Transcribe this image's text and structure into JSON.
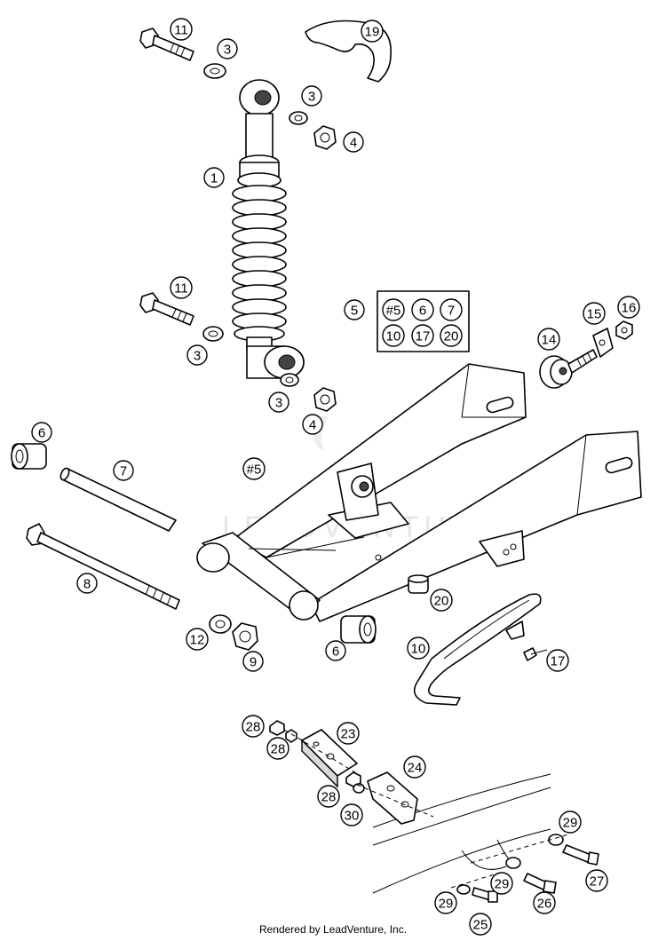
{
  "watermark": "LEADVENTURE",
  "footer": "Rendered by LeadVenture, Inc.",
  "callouts": [
    {
      "id": "c11a",
      "label": "11"
    },
    {
      "id": "c19",
      "label": "19"
    },
    {
      "id": "c3a",
      "label": "3"
    },
    {
      "id": "c3b",
      "label": "3"
    },
    {
      "id": "c4a",
      "label": "4"
    },
    {
      "id": "c1",
      "label": "1"
    },
    {
      "id": "c11b",
      "label": "11"
    },
    {
      "id": "c5",
      "label": "5"
    },
    {
      "id": "c15",
      "label": "15"
    },
    {
      "id": "c16",
      "label": "16"
    },
    {
      "id": "c14",
      "label": "14"
    },
    {
      "id": "c3c",
      "label": "3"
    },
    {
      "id": "c3d",
      "label": "3"
    },
    {
      "id": "c4b",
      "label": "4"
    },
    {
      "id": "c6a",
      "label": "6"
    },
    {
      "id": "c7",
      "label": "7"
    },
    {
      "id": "c5b",
      "label": "#5"
    },
    {
      "id": "c8",
      "label": "8"
    },
    {
      "id": "c20",
      "label": "20"
    },
    {
      "id": "c10",
      "label": "10"
    },
    {
      "id": "c17",
      "label": "17"
    },
    {
      "id": "c12",
      "label": "12"
    },
    {
      "id": "c9",
      "label": "9"
    },
    {
      "id": "c6b",
      "label": "6"
    },
    {
      "id": "c28a",
      "label": "28"
    },
    {
      "id": "c28b",
      "label": "28"
    },
    {
      "id": "c23",
      "label": "23"
    },
    {
      "id": "c24",
      "label": "24"
    },
    {
      "id": "c28c",
      "label": "28"
    },
    {
      "id": "c30",
      "label": "30"
    },
    {
      "id": "c29a",
      "label": "29"
    },
    {
      "id": "c29b",
      "label": "29"
    },
    {
      "id": "c27",
      "label": "27"
    },
    {
      "id": "c29c",
      "label": "29"
    },
    {
      "id": "c26",
      "label": "26"
    },
    {
      "id": "c25",
      "label": "25"
    }
  ],
  "kit_box": {
    "items": [
      "#5",
      "6",
      "7",
      "10",
      "17",
      "20"
    ]
  }
}
